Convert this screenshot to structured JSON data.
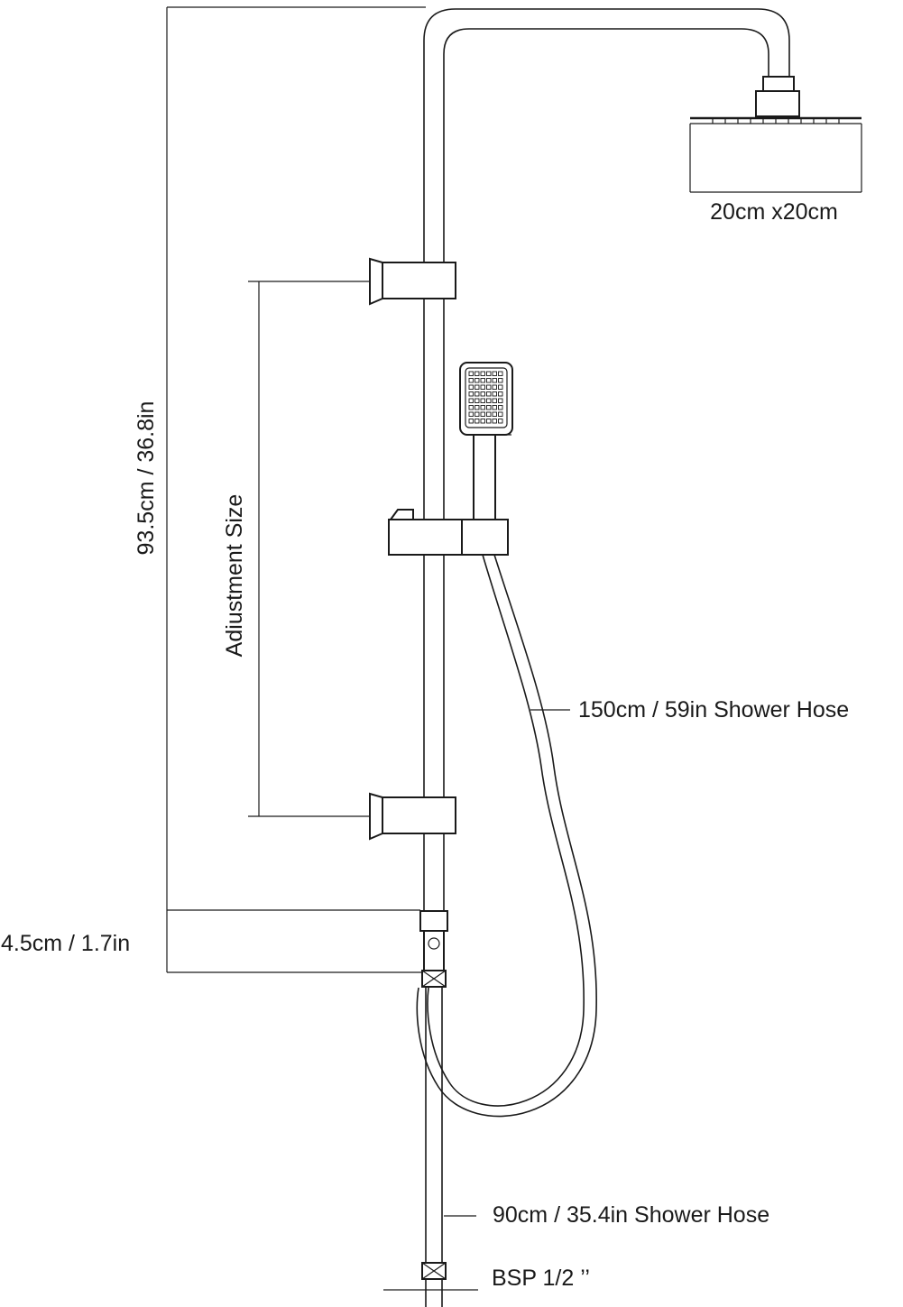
{
  "labels": {
    "head_size": "20cm x20cm",
    "overall_height": "93.5cm / 36.8in",
    "adjustment": "Adiustment Size",
    "long_hose": "150cm / 59in Shower Hose",
    "bottom_offset": "4.5cm / 1.7in",
    "short_hose": "90cm / 35.4in Shower Hose",
    "connector": "BSP 1/2 ’’"
  },
  "colors": {
    "line": "#1a1a1a",
    "background": "#ffffff"
  }
}
